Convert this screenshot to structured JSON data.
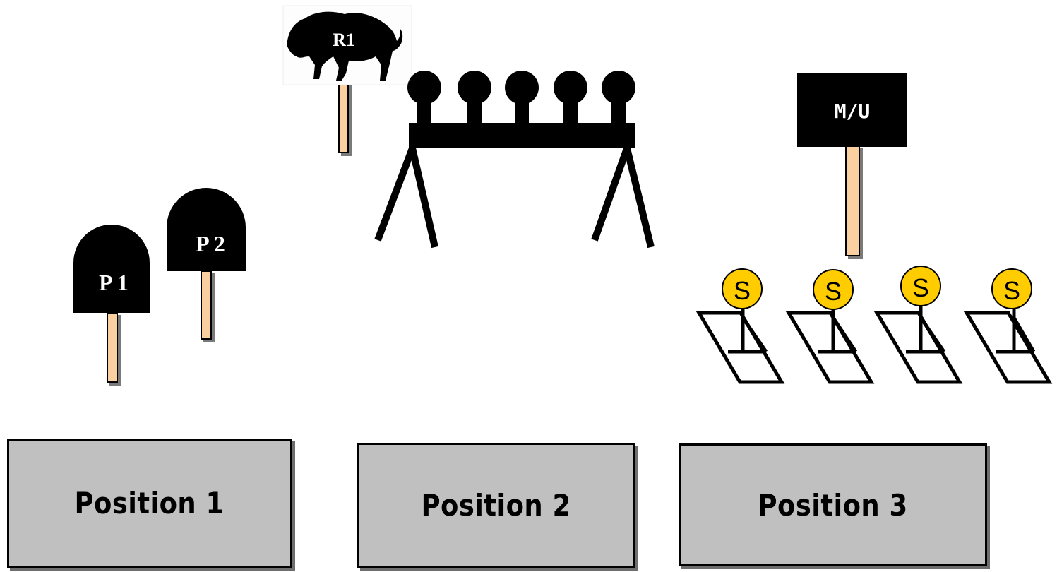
{
  "targets": {
    "pepper_1": {
      "label": "P 1"
    },
    "pepper_2": {
      "label": "P 2"
    },
    "rifle_1": {
      "label": "R1"
    },
    "move_up": {
      "label": "M/U"
    },
    "shotgun_targets": [
      {
        "label": "S"
      },
      {
        "label": "S"
      },
      {
        "label": "S"
      },
      {
        "label": "S"
      }
    ]
  },
  "positions": [
    {
      "label": "Position 1"
    },
    {
      "label": "Position 2"
    },
    {
      "label": "Position 3"
    }
  ],
  "colors": {
    "target_black": "#000000",
    "stake": "#fbd0a0",
    "steel_yellow": "#ffcc00",
    "box_gray": "#c0c0c0",
    "shadow_gray": "#6e6e6e"
  },
  "icons": {
    "rifle_1": "buffalo-icon",
    "popper_rack": "popper-rack-icon"
  }
}
